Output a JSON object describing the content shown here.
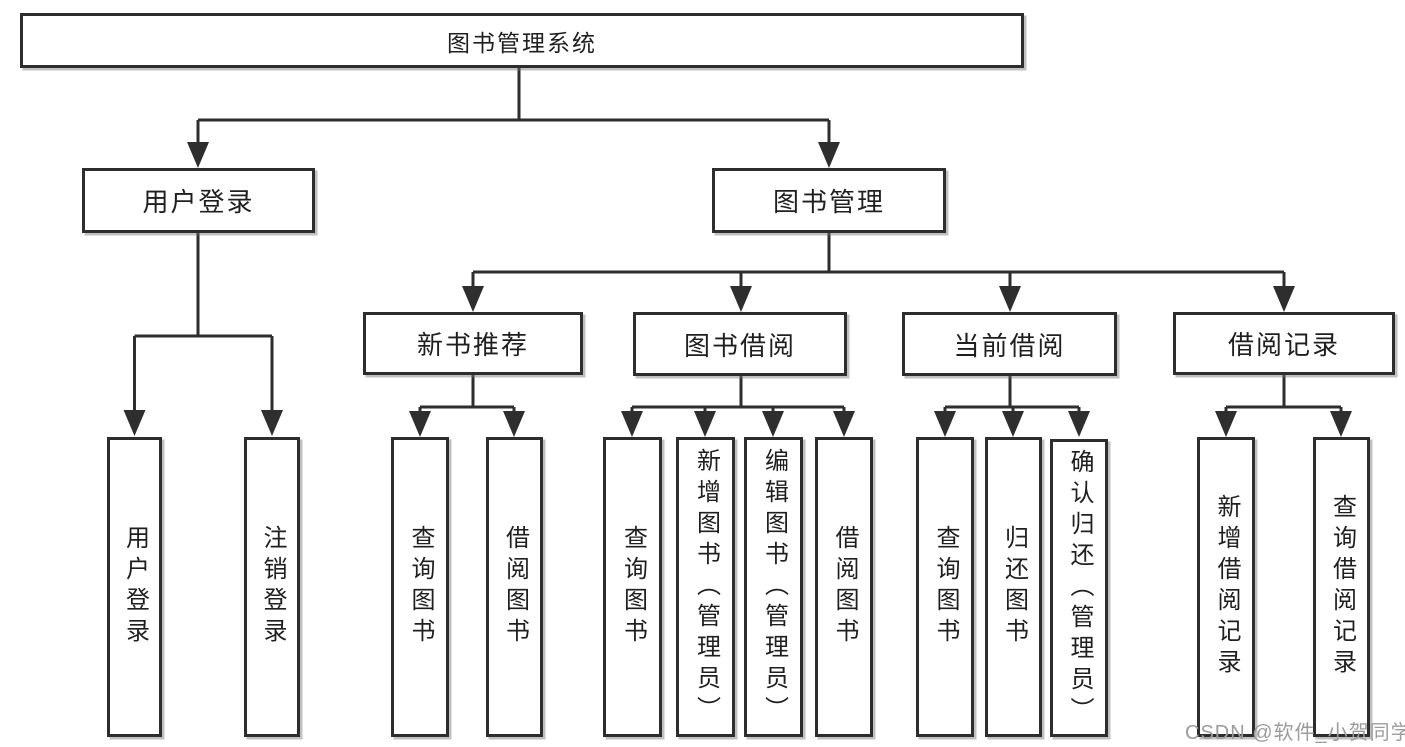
{
  "diagram": {
    "root": {
      "label": "图书管理系统"
    },
    "branches": [
      {
        "label": "用户登录",
        "children": [
          {
            "label": "用户登录"
          },
          {
            "label": "注销登录"
          }
        ]
      },
      {
        "label": "图书管理",
        "children": [
          {
            "label": "新书推荐",
            "children": [
              {
                "label": "查询图书"
              },
              {
                "label": "借阅图书"
              }
            ]
          },
          {
            "label": "图书借阅",
            "children": [
              {
                "label": "查询图书"
              },
              {
                "label": "新增图书（管理员）"
              },
              {
                "label": "编辑图书（管理员）"
              },
              {
                "label": "借阅图书"
              }
            ]
          },
          {
            "label": "当前借阅",
            "children": [
              {
                "label": "查询图书"
              },
              {
                "label": "归还图书"
              },
              {
                "label": "确认归还（管理员）"
              }
            ]
          },
          {
            "label": "借阅记录",
            "children": [
              {
                "label": "新增借阅记录"
              },
              {
                "label": "查询借阅记录"
              }
            ]
          }
        ]
      }
    ]
  },
  "watermark": {
    "text": "CSDN @软件_小贺同学",
    "color": "#9c9c9c"
  },
  "colors": {
    "background": "#ffffff",
    "box_border": "#2d2d2d",
    "connector_line": "#2e2e2e",
    "text": "#1f1f1f"
  }
}
